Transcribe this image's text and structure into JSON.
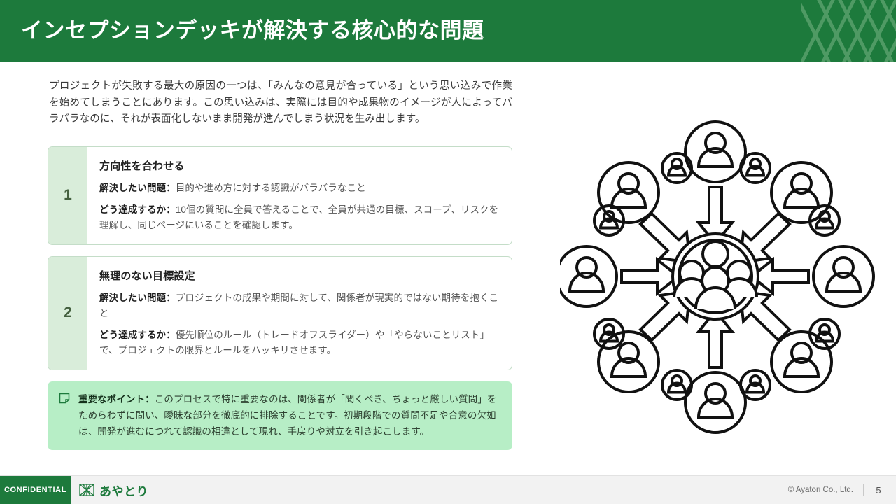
{
  "header": {
    "title": "インセプションデッキが解決する核心的な問題",
    "bg_color": "#1d7a3c",
    "pattern_icon": "diamond-lattice-pattern"
  },
  "main": {
    "intro": "プロジェクトが失敗する最大の原因の一つは、「みんなの意見が合っている」という思い込みで作業を始めてしまうことにあります。この思い込みは、実際には目的や成果物のイメージが人によってバラバラなのに、それが表面化しないまま開発が進んでしまう状況を生み出します。",
    "cards": [
      {
        "number": "1",
        "title": "方向性を合わせる",
        "problem_label": "解決したい問題：",
        "problem_text": "目的や進め方に対する認識がバラバラなこと",
        "how_label": "どう達成するか：",
        "how_text": "10個の質問に全員で答えることで、全員が共通の目標、スコープ、リスクを理解し、同じページにいることを確認します。"
      },
      {
        "number": "2",
        "title": "無理のない目標設定",
        "problem_label": "解決したい問題：",
        "problem_text": "プロジェクトの成果や期間に対して、関係者が現実的ではない期待を抱くこと",
        "how_label": "どう達成するか：",
        "how_text": "優先順位のルール（トレードオフスライダー）や「やらないことリスト」で、プロジェクトの限界とルールをハッキリさせます。"
      }
    ],
    "callout": {
      "icon": "sticky-note-icon",
      "label": "重要なポイント：",
      "text": "このプロセスで特に重要なのは、関係者が「聞くべき、ちょっと厳しい質問」をためらわずに問い、曖昧な部分を徹底的に排除することです。初期段階での質問不足や合意の欠如は、開発が進むにつれて認識の相違として現れ、手戻りや対立を引き起こします。",
      "bg_color": "#b7eec6"
    }
  },
  "diagram": {
    "name": "stakeholders-converging-to-team-diagram",
    "center_icon": "group-of-people-in-circle-icon",
    "outer_icons": [
      "person-icon-top",
      "person-icon-top-left",
      "person-icon-top-right",
      "person-icon-left",
      "person-icon-right",
      "person-icon-bottom-left",
      "person-icon-bottom-right",
      "person-icon-bottom"
    ],
    "arrow_count": 8,
    "stroke_color": "#111111"
  },
  "footer": {
    "confidential": "CONFIDENTIAL",
    "brand_mark": "ayatori-lattice-logo-icon",
    "brand_name": "あやとり",
    "copyright": "© Ayatori Co., Ltd.",
    "page_number": "5"
  }
}
